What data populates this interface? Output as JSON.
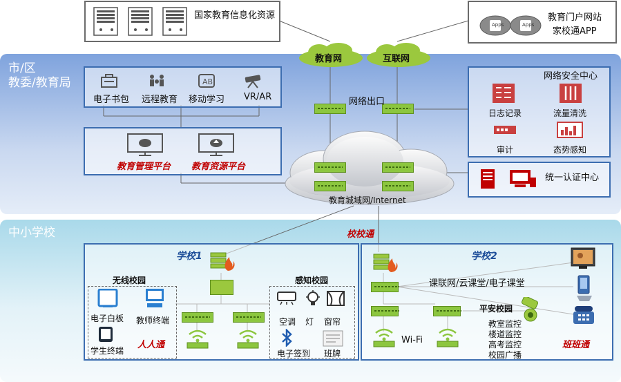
{
  "top": {
    "resource_label": "国家教育信息化资源",
    "portal_line1": "教育门户网站",
    "portal_line2": "家校通APP",
    "apps_label": "Apps",
    "net_edu": "教育网",
    "net_internet": "互联网",
    "net_exit": "网络出口"
  },
  "city": {
    "title_line1": "市/区",
    "title_line2": "教委/教育局",
    "services": [
      "电子书包",
      "远程教育",
      "移动学习",
      "VR/AR"
    ],
    "platforms": [
      "教育管理平台",
      "教育资源平台"
    ],
    "cloud_label": "教育城域网/Internet",
    "security": {
      "title": "网络安全中心",
      "items": [
        "日志记录",
        "流量清洗",
        "审计",
        "态势感知"
      ]
    },
    "auth_label": "统一认证中心"
  },
  "school": {
    "title": "中小学校",
    "link_label": "校校通",
    "school1": {
      "title": "学校1",
      "wireless": {
        "title": "无线校园",
        "items": [
          "电子白板",
          "教师终端",
          "学生终端"
        ],
        "tag": "人人通"
      },
      "sensing": {
        "title": "感知校园",
        "items": [
          "空调",
          "灯",
          "窗帘",
          "电子签到",
          "班牌"
        ]
      }
    },
    "school2": {
      "title": "学校2",
      "course_label": "课联网/云课堂/电子课堂",
      "wifi_label": "Wi-Fi",
      "safe": {
        "title": "平安校园",
        "items": [
          "教室监控",
          "楼道监控",
          "高考监控",
          "校园广播"
        ]
      },
      "tag": "班班通"
    }
  },
  "colors": {
    "accent_blue": "#3c6db0",
    "switch_green": "#8cc63f",
    "firewall_green": "#9bc83e",
    "tag_red": "#c00000"
  }
}
